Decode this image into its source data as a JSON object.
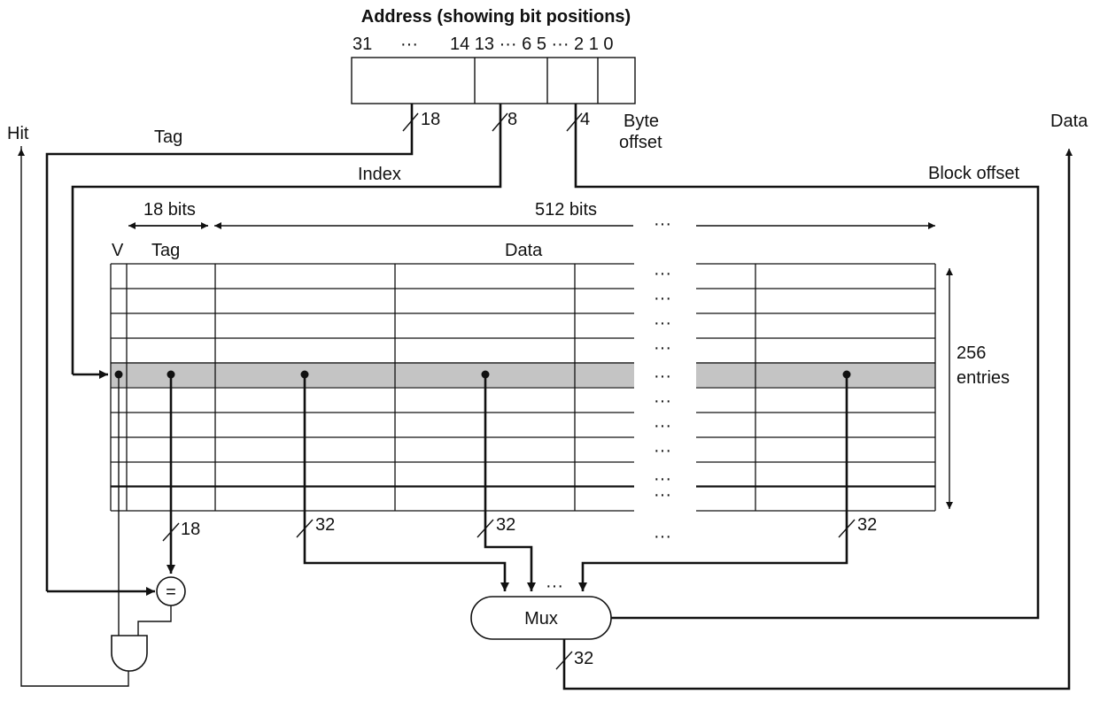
{
  "address": {
    "title": "Address (showing bit positions)",
    "bit_positions": [
      "31",
      "···",
      "14 13 ··· 6 5 ··· 2 1 0"
    ]
  },
  "signals": {
    "hit": "Hit",
    "tag": "Tag",
    "index": "Index",
    "byte_offset_line1": "Byte",
    "byte_offset_line2": "offset",
    "block_offset": "Block offset",
    "data_out": "Data"
  },
  "widths": {
    "tag_bus": "18",
    "index_bus": "8",
    "offset_bus": "4",
    "tag_compare_bus": "18",
    "word_bus": "32",
    "mux_out_bus": "32"
  },
  "cache": {
    "tag_width": "18 bits",
    "data_width": "512 bits",
    "valid_header": "V",
    "tag_header": "Tag",
    "data_header": "Data",
    "entries_line1": "256",
    "entries_line2": "entries",
    "ellipsis": "···"
  },
  "gates": {
    "comparator": "=",
    "mux": "Mux"
  },
  "colors": {
    "selected_row": "#c4c4c4",
    "ink": "#111111"
  }
}
